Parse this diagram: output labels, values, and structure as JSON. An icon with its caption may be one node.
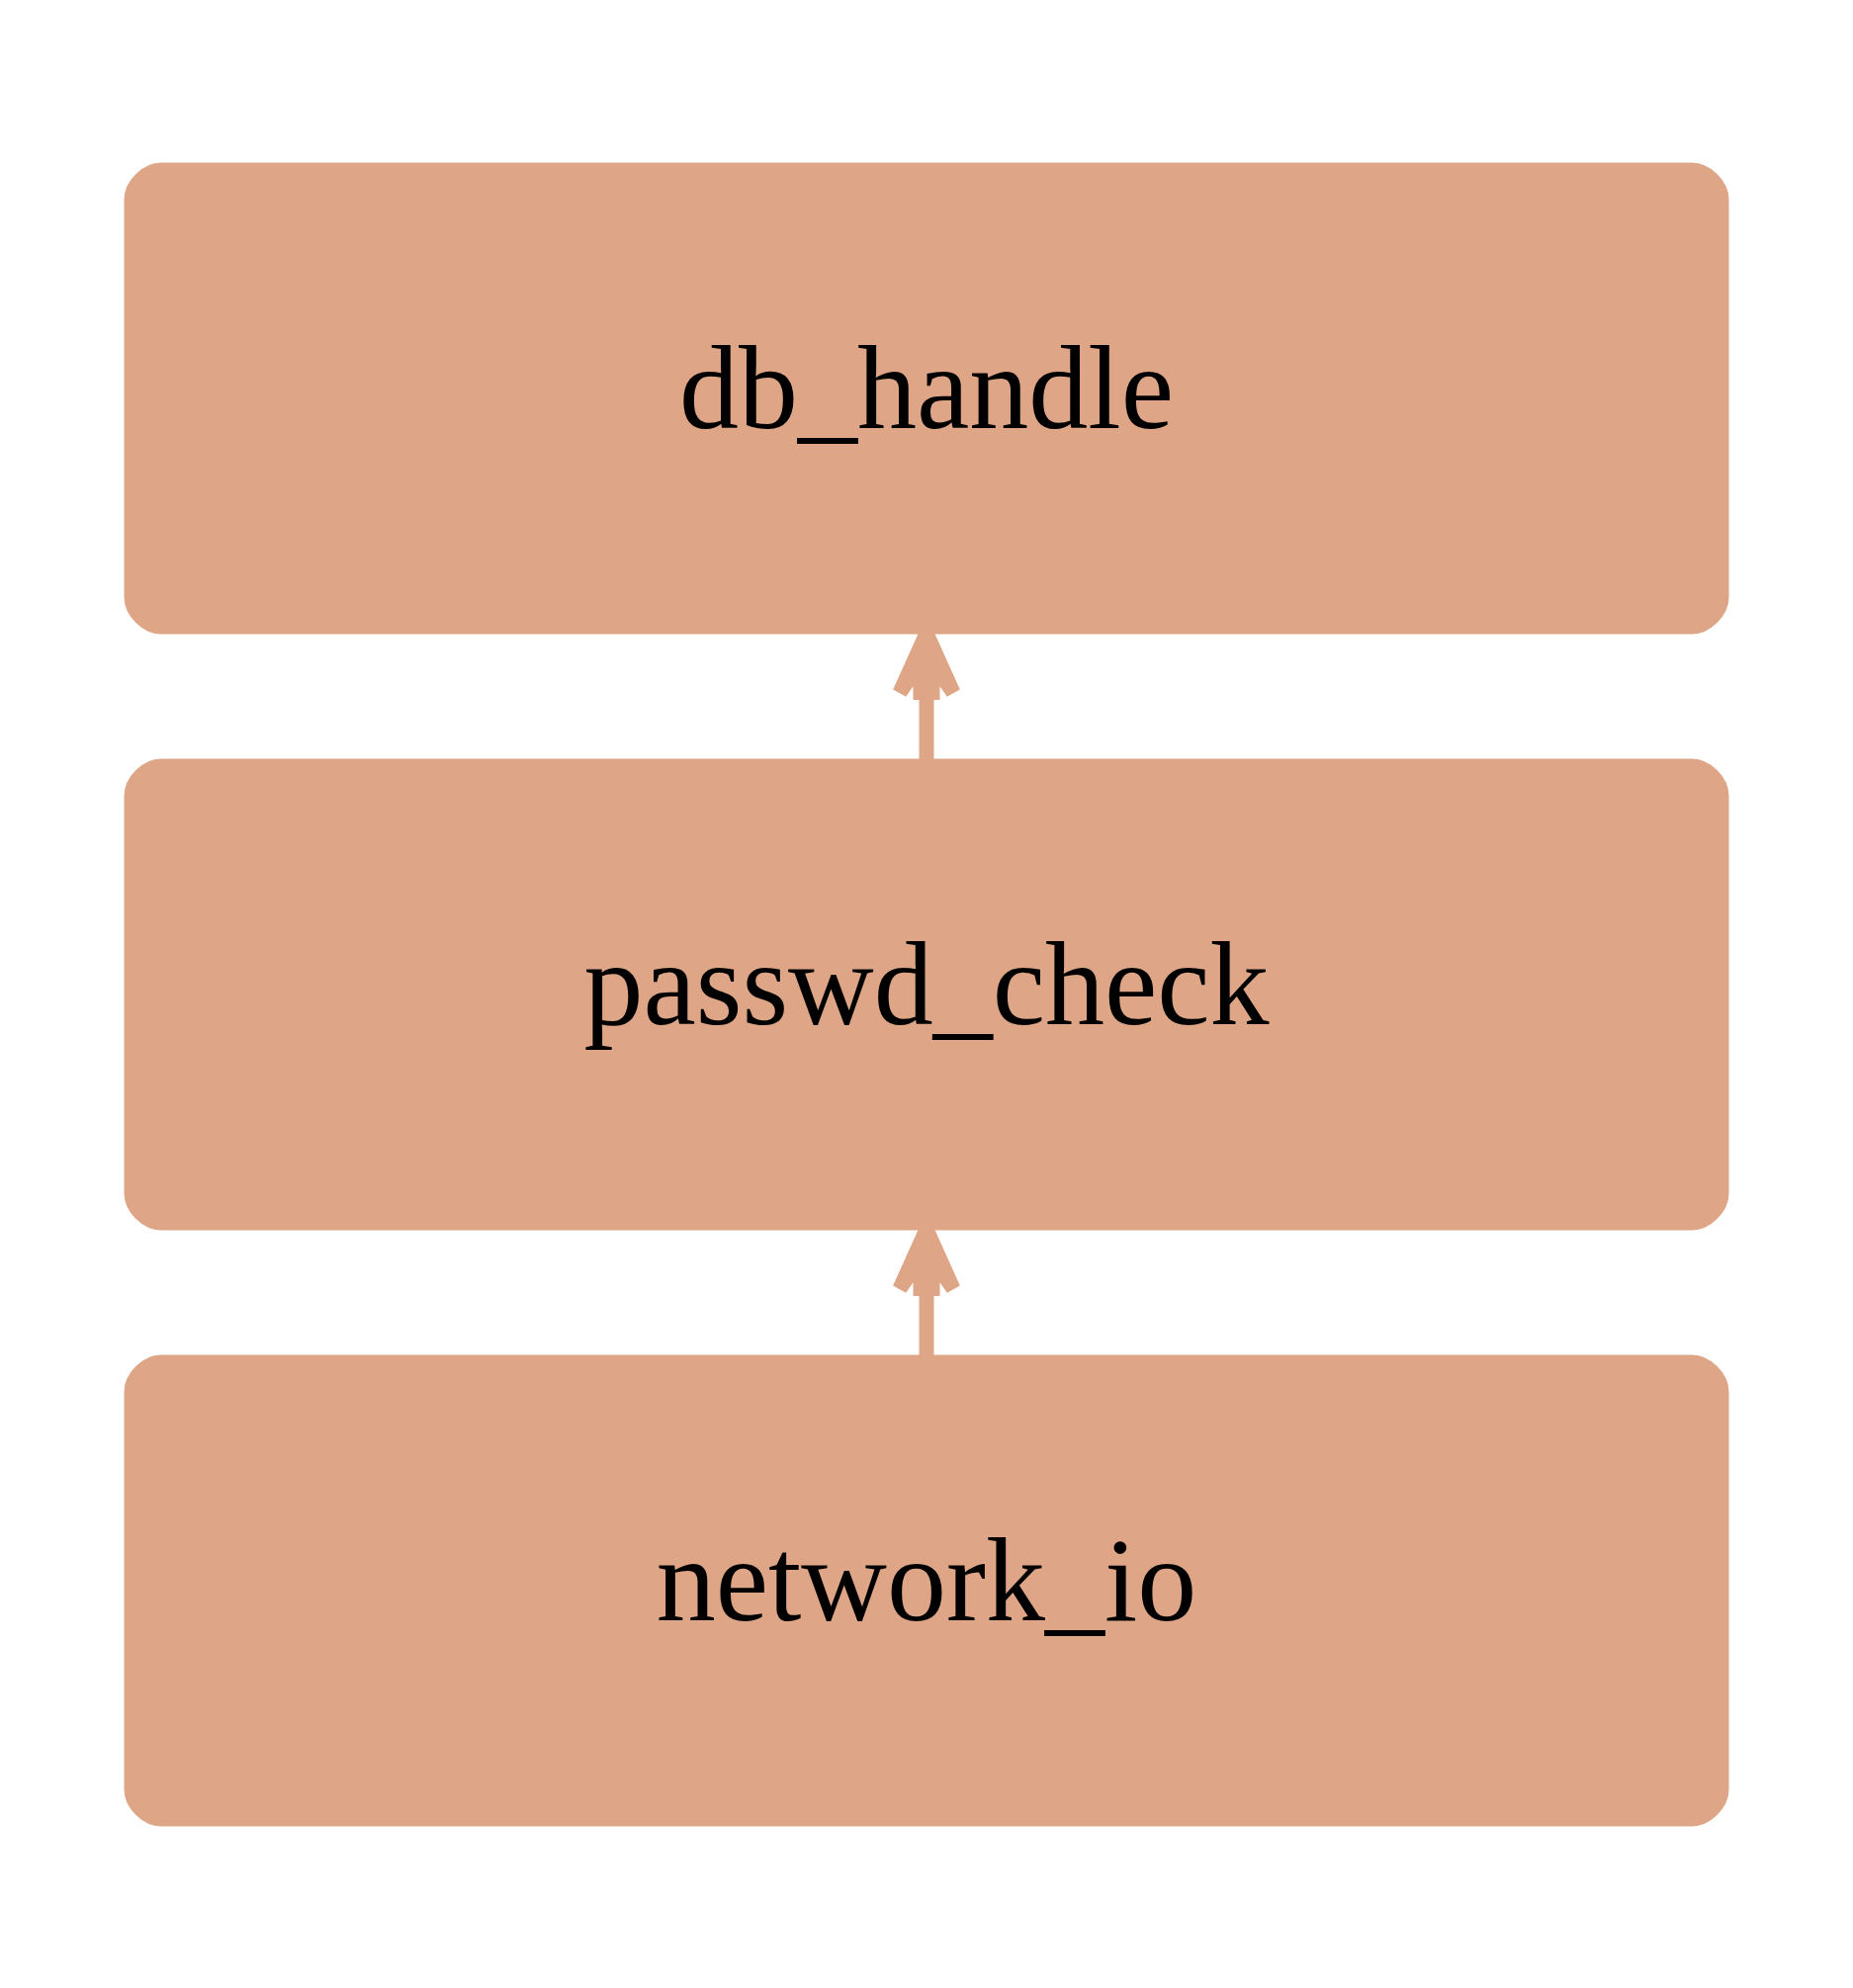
{
  "diagram": {
    "nodes": [
      {
        "text": [
          "db_handle"
        ]
      },
      {
        "text": [
          "passwd_check"
        ]
      },
      {
        "text": [
          "network_io"
        ]
      }
    ],
    "edges": [
      {
        "from": 2,
        "to": 1,
        "arrow": "to"
      },
      {
        "from": 1,
        "to": 0,
        "arrow": "to"
      }
    ]
  }
}
